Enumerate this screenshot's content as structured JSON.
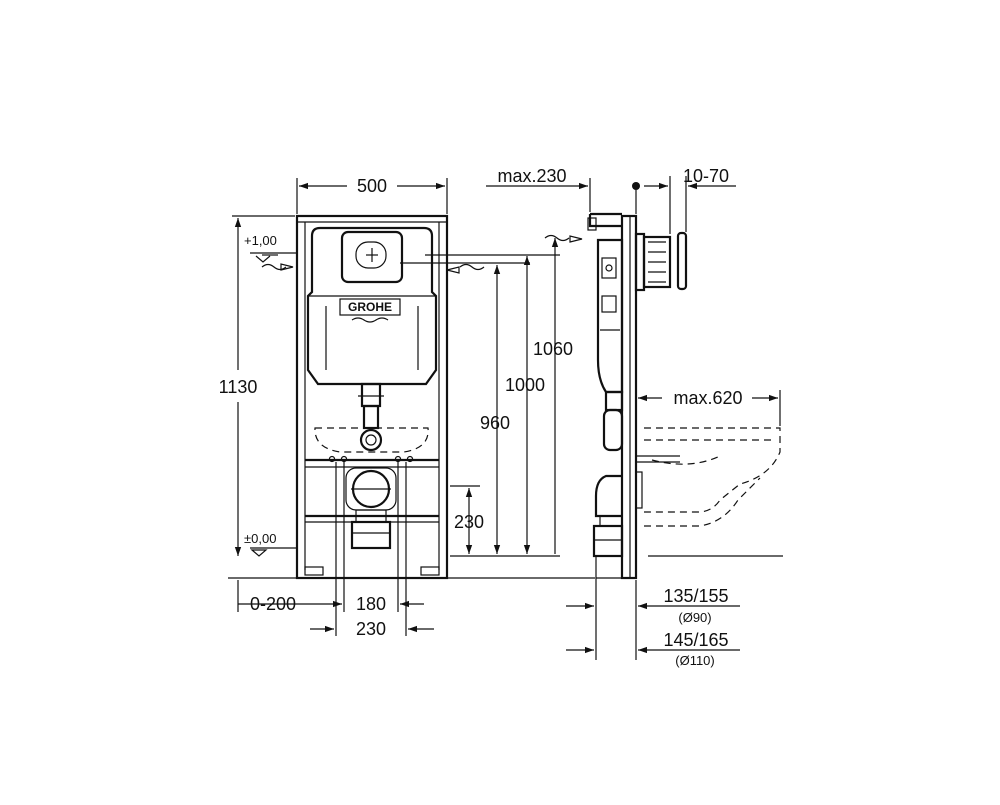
{
  "dimensions": {
    "frame_width": "500",
    "height_total": "1130",
    "level_top": "+1,00",
    "level_zero": "±0,00",
    "h_1060": "1060",
    "h_1000": "1000",
    "h_960": "960",
    "h_230": "230",
    "offset_0_200": "0-200",
    "w_180": "180",
    "w_230": "230",
    "max_230": "max.230",
    "range_10_70": "10-70",
    "max_620": "max.620",
    "d_135_155": "135/155",
    "d_90": "(Ø90)",
    "d_145_165": "145/165",
    "d_110": "(Ø110)"
  },
  "brand": {
    "logo": "GROHE"
  }
}
